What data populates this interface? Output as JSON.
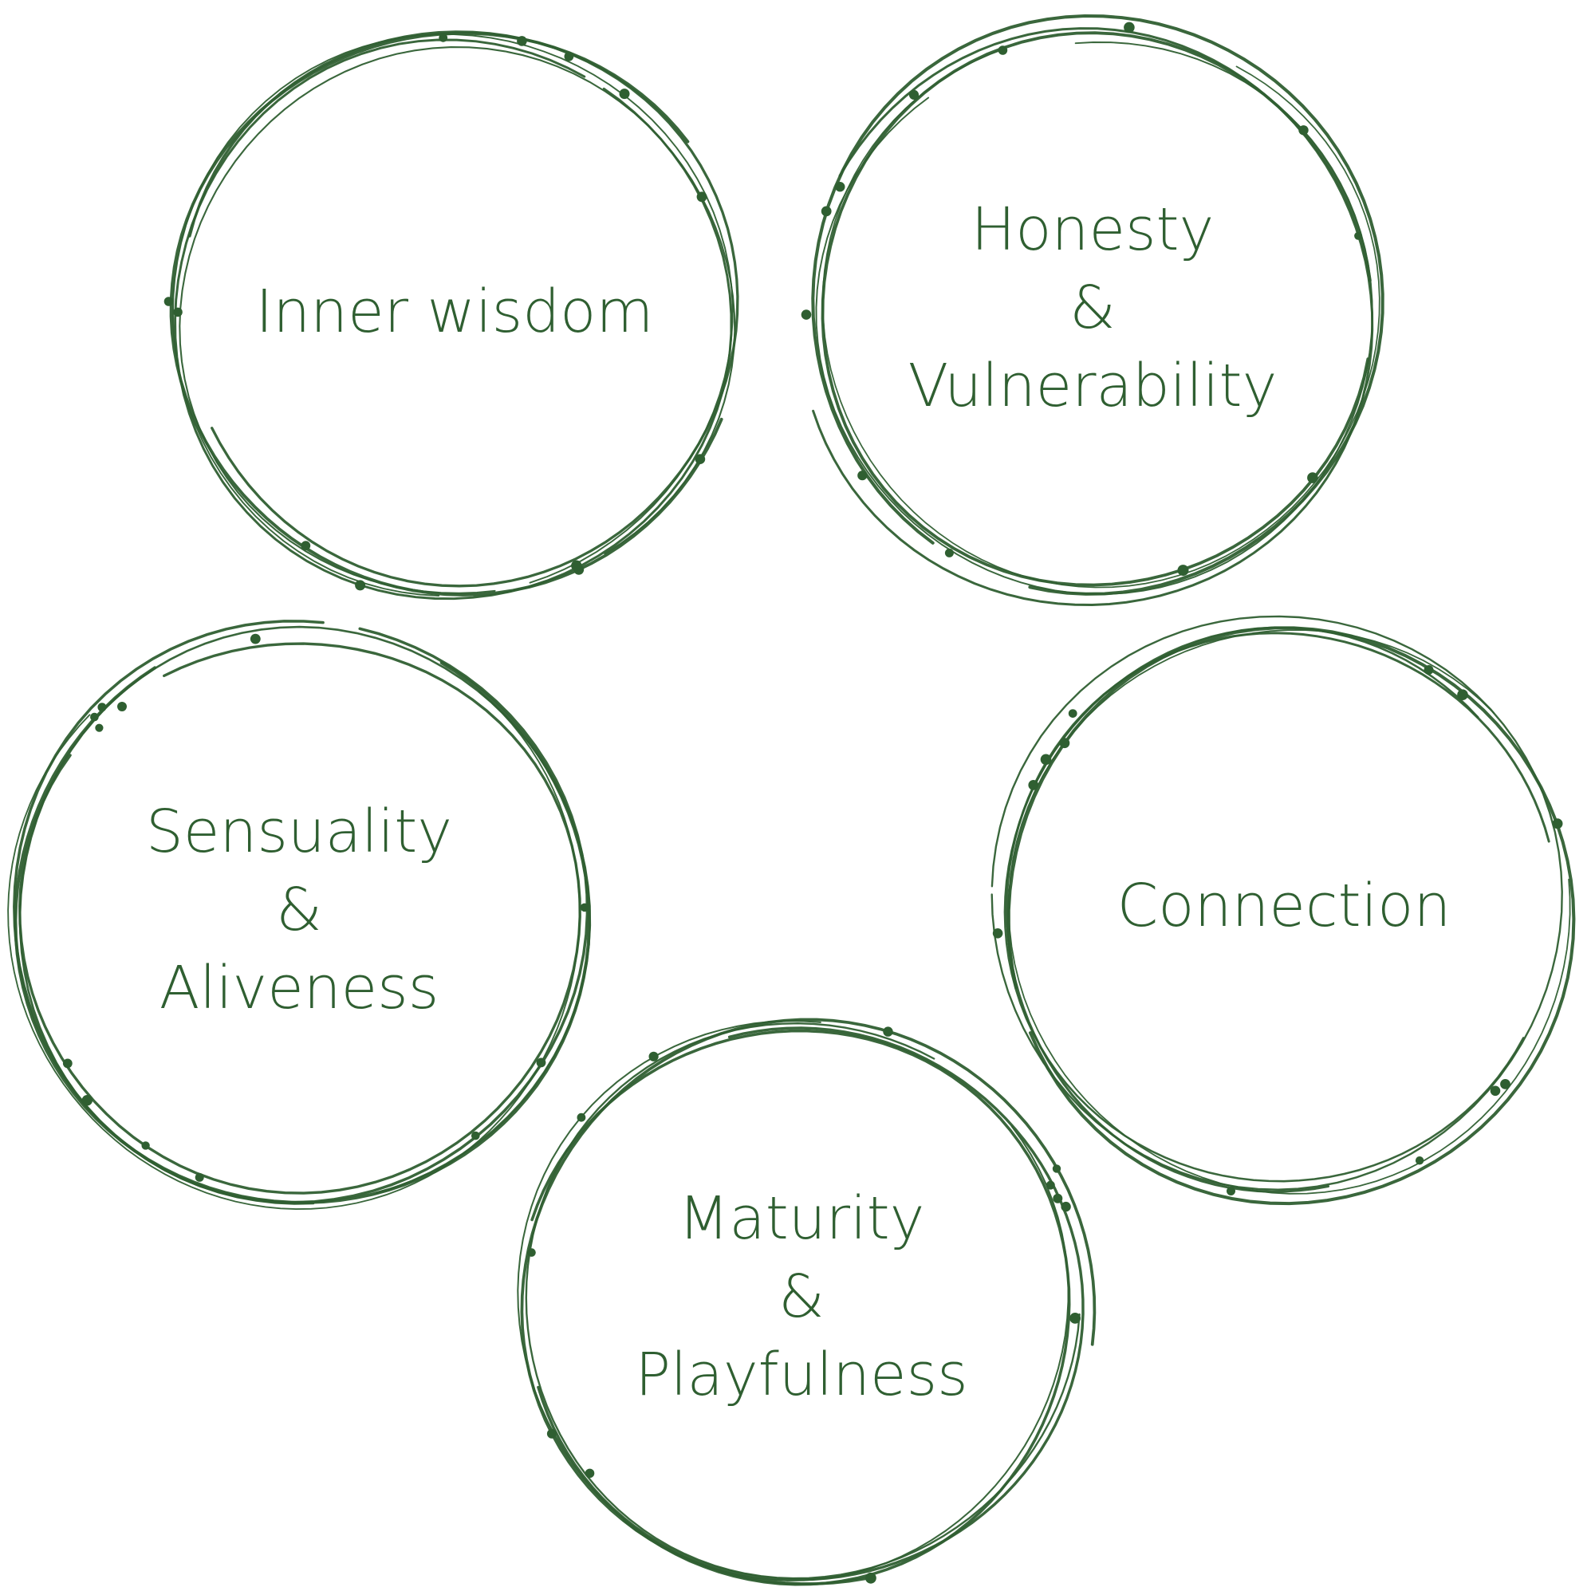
{
  "colors": {
    "ink": "#2f5f31",
    "background": "#ffffff"
  },
  "circles": [
    {
      "id": "inner-wisdom",
      "lines": [
        "Inner wisdom"
      ]
    },
    {
      "id": "honesty-vulnerability",
      "lines": [
        "Honesty",
        "&",
        "Vulnerability"
      ]
    },
    {
      "id": "sensuality-aliveness",
      "lines": [
        "Sensuality",
        "&",
        "Aliveness"
      ]
    },
    {
      "id": "connection",
      "lines": [
        "Connection"
      ]
    },
    {
      "id": "maturity-playfulness",
      "lines": [
        "Maturity",
        "&",
        "Playfulness"
      ]
    }
  ]
}
